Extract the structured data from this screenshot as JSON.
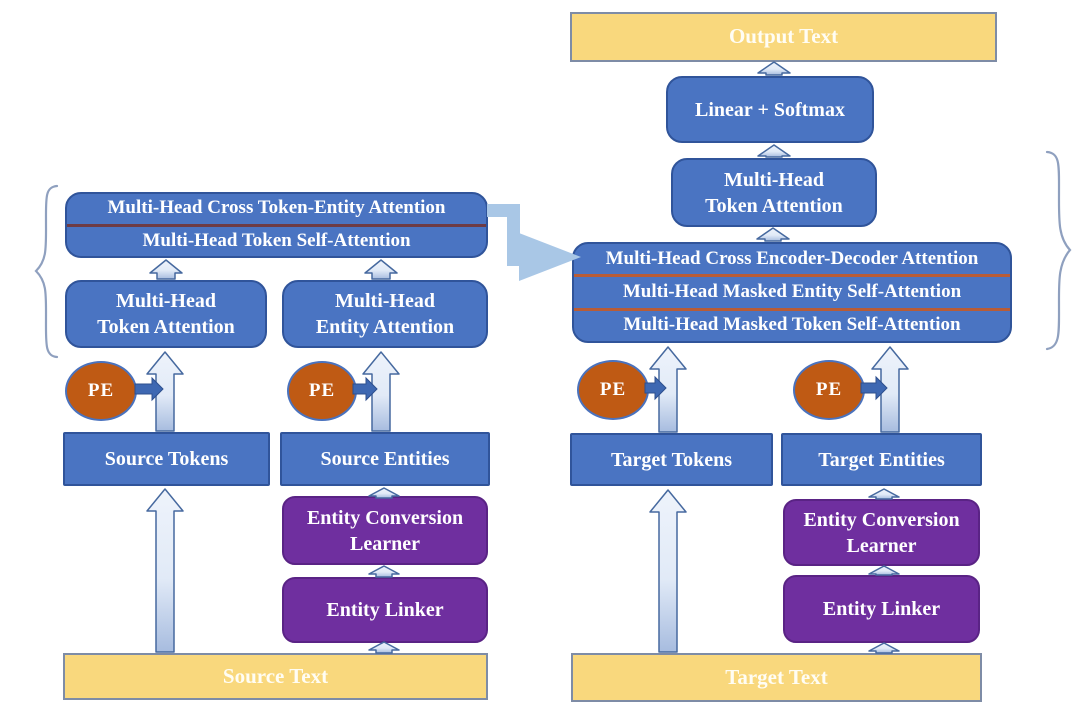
{
  "pe": {
    "label": "PE"
  },
  "encoder": {
    "stack_rows": [
      "Multi-Head Cross Token-Entity Attention",
      "Multi-Head Token Self-Attention"
    ],
    "token_attention_line1": "Multi-Head",
    "token_attention_line2": "Token Attention",
    "entity_attention_line1": "Multi-Head",
    "entity_attention_line2": "Entity Attention",
    "source_tokens": "Source Tokens",
    "source_entities": "Source Entities",
    "entity_conversion_line1": "Entity Conversion",
    "entity_conversion_line2": "Learner",
    "entity_linker": "Entity Linker",
    "source_text": "Source Text"
  },
  "decoder": {
    "output_text": "Output Text",
    "linear_softmax": "Linear + Softmax",
    "token_attention_line1": "Multi-Head",
    "token_attention_line2": "Token Attention",
    "stack_rows": [
      "Multi-Head Cross Encoder-Decoder Attention",
      "Multi-Head Masked Entity Self-Attention",
      "Multi-Head Masked Token Self-Attention"
    ],
    "target_tokens": "Target Tokens",
    "target_entities": "Target Entities",
    "entity_conversion_line1": "Entity Conversion",
    "entity_conversion_line2": "Learner",
    "entity_linker": "Entity Linker",
    "target_text": "Target Text"
  },
  "colors": {
    "box_blue": "#4a74c2",
    "box_yellow": "#f9d87d",
    "box_purple": "#6f2f9f",
    "pe_orange": "#bf5a14",
    "connector_light_blue": "#a9c7e6",
    "divider_encoder": "#6e3b45",
    "divider_decoder": "#b85c36",
    "label_text": "#ffffff"
  }
}
